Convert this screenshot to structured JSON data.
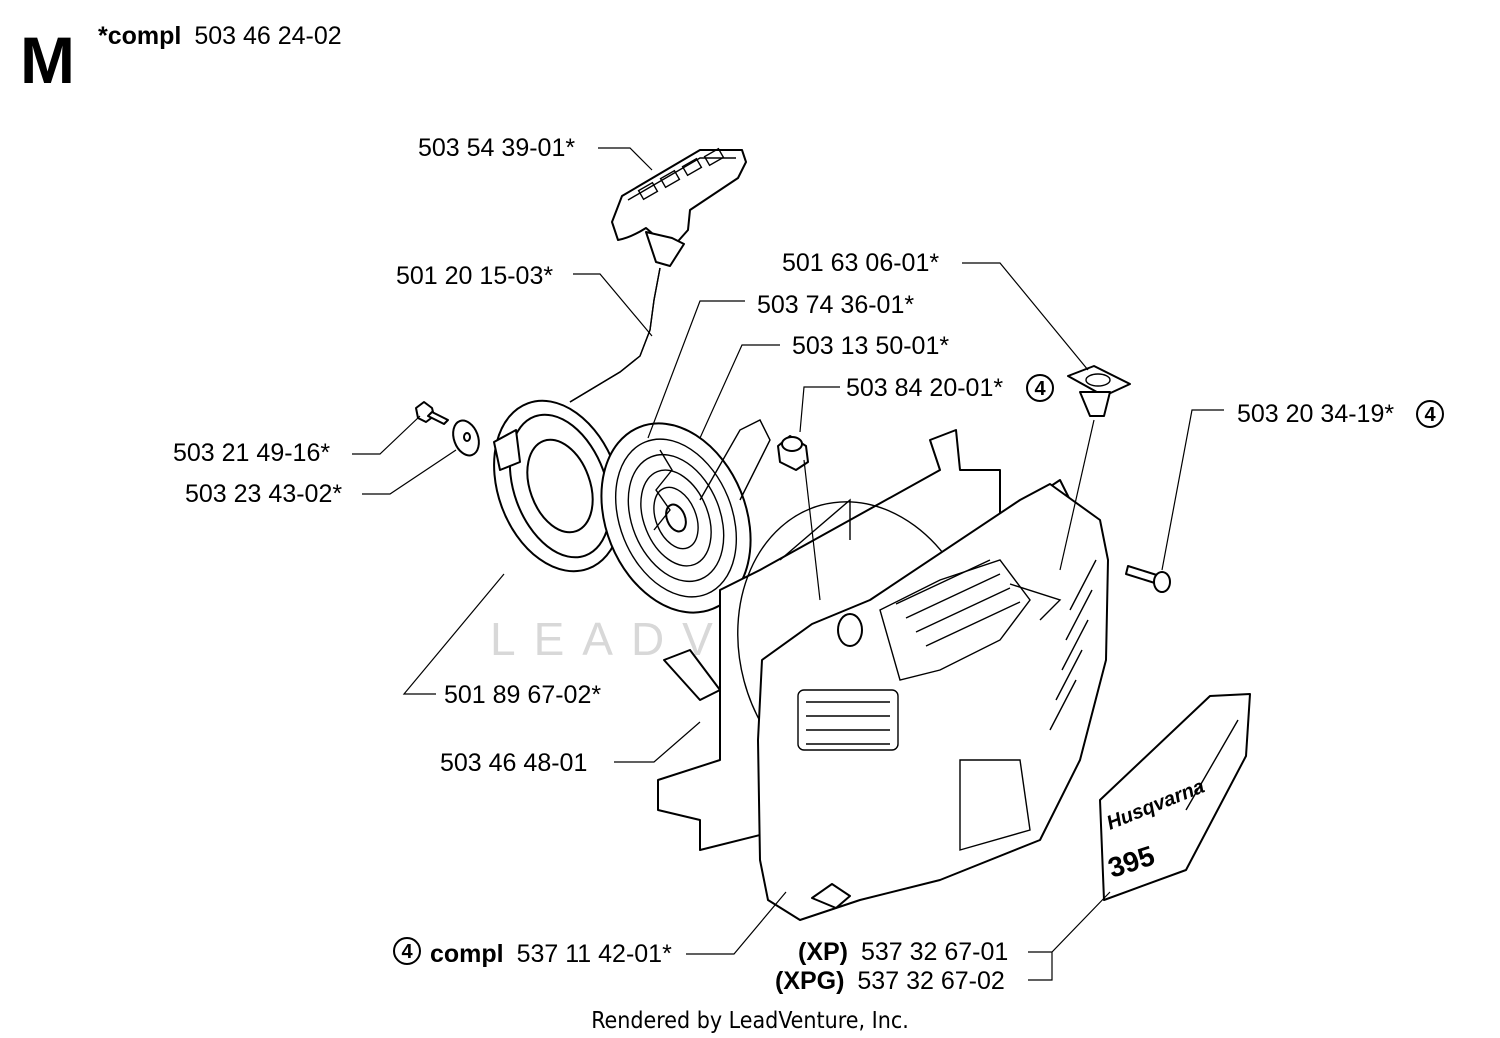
{
  "header": {
    "section_letter": "M",
    "compl_prefix": "*compl",
    "compl_number": "503 46 24-02"
  },
  "watermark": "LEADVENTURE",
  "parts": {
    "handle": "503 54 39-01*",
    "rope": "501 20 15-03*",
    "recoil_spring_cover": "503 74 36-01*",
    "spring_part": "503 13 50-01*",
    "pulley_screw": "503 21 49-16*",
    "washer": "503 23 43-02*",
    "grommet": "501 63 06-01*",
    "bushing": "503 84 20-01*",
    "screw": "503 20 34-19*",
    "pulley": "501 89 67-02*",
    "starter_housing": "503 46 48-01",
    "cover_compl_prefix": "compl",
    "cover_compl_number": "537 11 42-01*",
    "decal_xp_model": "(XP)",
    "decal_xp_number": "537 32 67-01",
    "decal_xpg_model": "(XPG)",
    "decal_xpg_number": "537 32 67-02"
  },
  "ref_marker": "4",
  "decal": {
    "brand": "Husqvarna",
    "model": "395"
  },
  "footer": "Rendered by LeadVenture, Inc."
}
